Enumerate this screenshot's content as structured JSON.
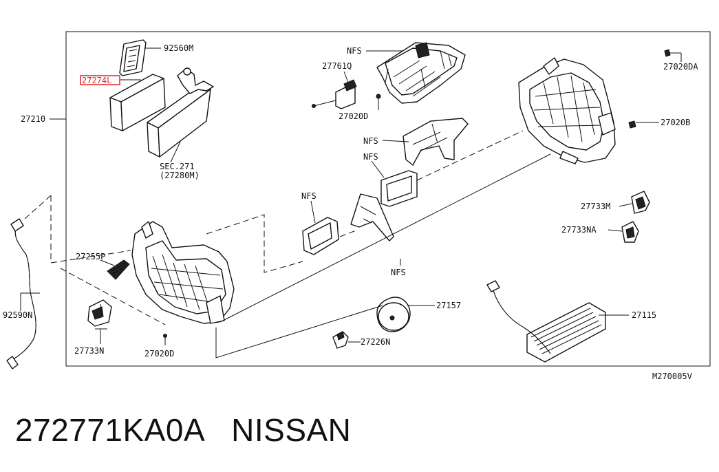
{
  "diagram": {
    "labels": {
      "p92560M": "92560M",
      "p27274L": "27274L",
      "p27210": "27210",
      "sec271": "SEC.271",
      "p27280M": "(27280M)",
      "nfs_top": "NFS",
      "p27761Q": "27761Q",
      "p27020D_top": "27020D",
      "p27020DA": "27020DA",
      "p27020B": "27020B",
      "nfs_mid1": "NFS",
      "nfs_mid2": "NFS",
      "nfs_left": "NFS",
      "p27733M": "27733M",
      "p27733NA": "27733NA",
      "p27255P": "27255P",
      "nfs_bottom": "NFS",
      "p92590N": "92590N",
      "p27157": "27157",
      "p27115": "27115",
      "p27226N": "27226N",
      "p27733N": "27733N",
      "p27020D_bottom": "27020D"
    },
    "diagram_code": "M270005V",
    "highlight_color": "#e0262a"
  },
  "caption": {
    "part_number": "272771KA0A",
    "brand": "NISSAN"
  }
}
